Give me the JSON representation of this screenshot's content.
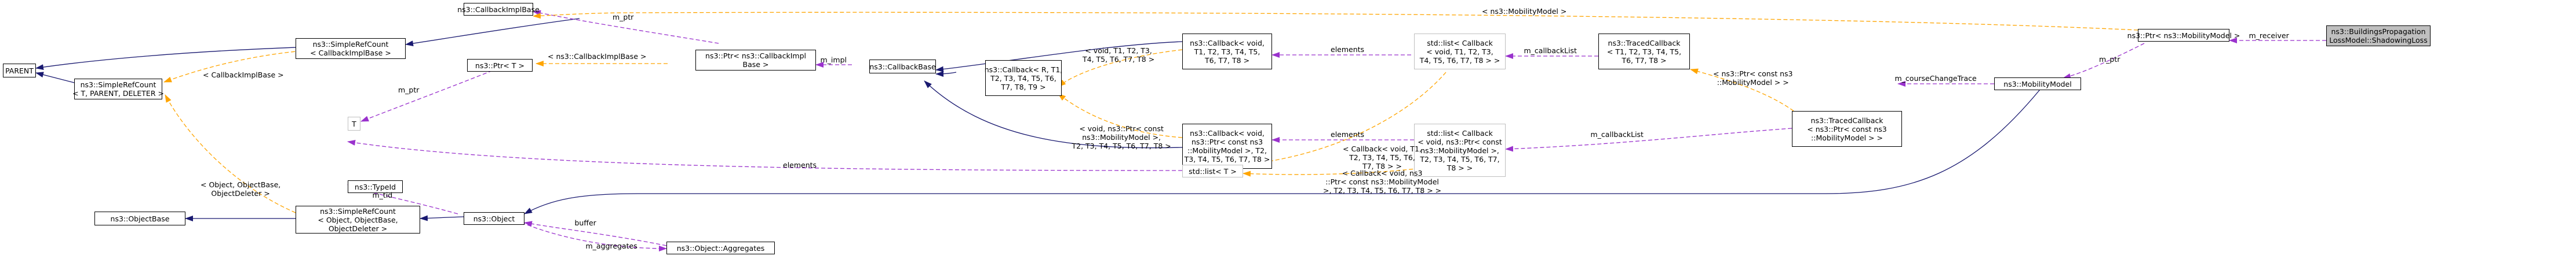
{
  "colors": {
    "inheritance": "#191970",
    "usage": "#9a32cd",
    "template": "#ffa500",
    "node_border": "#000000",
    "external_border": "#bfbfbf",
    "focus_fill": "#bfbfbf"
  },
  "nodes": {
    "parent": [
      "PARENT"
    ],
    "simple_ref_count_t_parent": [
      "ns3::SimpleRefCount",
      "< T, PARENT, DELETER >"
    ],
    "simple_ref_count_callback_impl": [
      "ns3::SimpleRefCount",
      "< CallbackImplBase >"
    ],
    "callback_impl_base": [
      "ns3::CallbackImplBase"
    ],
    "ptr_t": [
      "ns3::Ptr< T >"
    ],
    "t": [
      "T"
    ],
    "type_id": [
      "ns3::TypeId"
    ],
    "object_base": [
      "ns3::ObjectBase"
    ],
    "simple_ref_count_object": [
      "ns3::SimpleRefCount",
      "< Object, ObjectBase,",
      "ObjectDeleter >"
    ],
    "object": [
      "ns3::Object"
    ],
    "object_aggregates": [
      "ns3::Object::Aggregates"
    ],
    "ptr_callback_impl": [
      "ns3::Ptr< ns3::CallbackImpl",
      "Base >"
    ],
    "callback_base": [
      "ns3::CallbackBase"
    ],
    "callback_t1_t9": [
      "ns3::Callback< R, T1,",
      "T2, T3, T4, T5, T6,",
      "T7, T8, T9 >"
    ],
    "callback_void_t1_t8": [
      "ns3::Callback< void,",
      "T1, T2, T3, T4, T5,",
      "T6, T7, T8 >"
    ],
    "callback_void_mobility": [
      "ns3::Callback< void,",
      "ns3::Ptr< const ns3",
      "::MobilityModel >, T2,",
      "T3, T4, T5, T6, T7, T8 >"
    ],
    "list_callback_void": [
      "std::list< Callback",
      "< void, T1, T2, T3,",
      "T4, T5, T6, T7, T8 > >"
    ],
    "list_callback_mobility": [
      "std::list< Callback",
      "< void, ns3::Ptr< const",
      "ns3::MobilityModel >,",
      "T2, T3, T4, T5, T6, T7,",
      "T8 > >"
    ],
    "list_t": [
      "std::list< T >"
    ],
    "traced_callback_t1_t8": [
      "ns3::TracedCallback",
      "< T1, T2, T3, T4, T5,",
      "T6, T7, T8 >"
    ],
    "traced_callback_mobility": [
      "ns3::TracedCallback",
      "< ns3::Ptr< const ns3",
      "::MobilityModel > >"
    ],
    "mobility_model": [
      "ns3::MobilityModel"
    ],
    "ptr_mobility_model": [
      "ns3::Ptr< ns3::MobilityModel >"
    ],
    "buildings_propagation": [
      "ns3::BuildingsPropagation",
      "LossModel::ShadowingLoss"
    ]
  },
  "edge_labels": {
    "m_ptr_callback_impl": [
      "m_ptr"
    ],
    "callback_impl_base_template": [
      "< CallbackImplBase >"
    ],
    "callback_impl_base_template_2": [
      "< ns3::CallbackImplBase >"
    ],
    "m_ptr_t": [
      "m_ptr"
    ],
    "m_impl": [
      "m_impl"
    ],
    "void_t1_t8_template": [
      "< void, T1, T2, T3,",
      "T4, T5, T6, T7, T8 >"
    ],
    "void_mobility_template": [
      "< void, ns3::Ptr< const",
      "ns3::MobilityModel >,",
      "T2, T3, T4, T5, T6, T7, T8 >"
    ],
    "elements_void": [
      "elements"
    ],
    "elements_mobility": [
      "elements"
    ],
    "elements_t": [
      "elements"
    ],
    "list_t_void_template": [
      "< Callback< void, T1,",
      "T2, T3, T4, T5, T6,",
      "T7, T8 > >"
    ],
    "list_t_mobility_template": [
      "< Callback< void, ns3",
      "::Ptr< const ns3::MobilityModel",
      ">, T2, T3, T4, T5, T6, T7, T8 > >"
    ],
    "m_callback_list_void": [
      "m_callbackList"
    ],
    "m_callback_list_mobility": [
      "m_callbackList"
    ],
    "traced_mobility_template": [
      "< ns3::Ptr< const ns3",
      "::MobilityModel > >"
    ],
    "m_course_change_trace": [
      "m_courseChangeTrace"
    ],
    "m_ptr_mobility": [
      "m_ptr"
    ],
    "mobility_model_template": [
      "< ns3::MobilityModel >"
    ],
    "m_receiver": [
      "m_receiver"
    ],
    "m_tid": [
      "m_tid"
    ],
    "buffer": [
      "buffer"
    ],
    "m_aggregates": [
      "m_aggregates"
    ],
    "object_template": [
      "< Object, ObjectBase,",
      "ObjectDeleter >"
    ]
  }
}
